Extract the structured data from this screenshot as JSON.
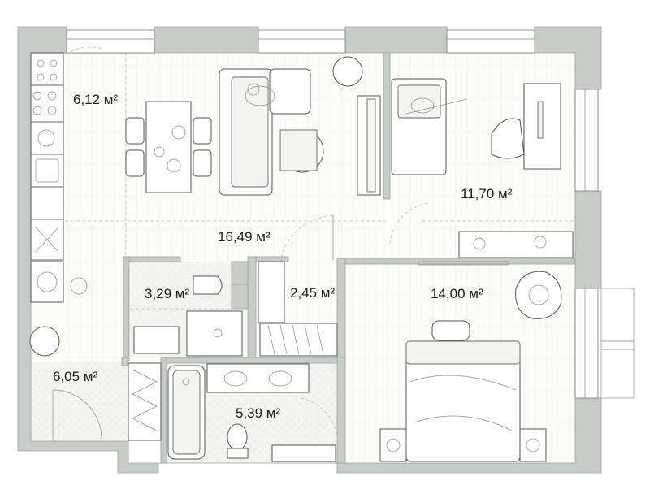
{
  "rooms": [
    {
      "id": "kitchen",
      "area": "6,12 м²"
    },
    {
      "id": "living",
      "area": "16,49 м²"
    },
    {
      "id": "bedroom-top",
      "area": "11,70 м²"
    },
    {
      "id": "wc",
      "area": "3,29 м²"
    },
    {
      "id": "wardrobe",
      "area": "2,45 м²"
    },
    {
      "id": "bedroom-main",
      "area": "14,00 м²"
    },
    {
      "id": "hall",
      "area": "6,05 м²"
    },
    {
      "id": "bathroom",
      "area": "5,39 м²"
    }
  ]
}
